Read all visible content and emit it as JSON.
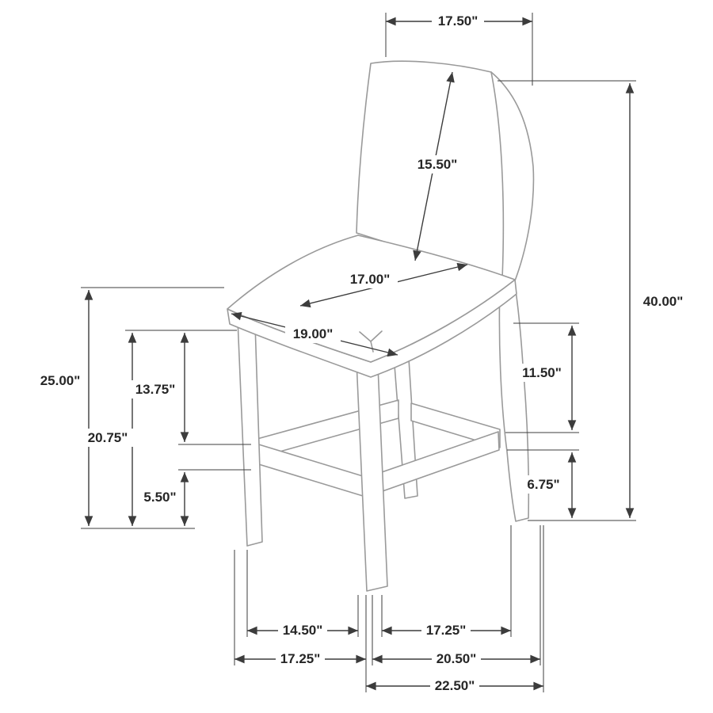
{
  "diagram": {
    "dimensions": {
      "top_back_width": "17.50\"",
      "backrest_height": "15.50\"",
      "overall_height": "40.00\"",
      "seat_depth": "17.00\"",
      "seat_width": "19.00\"",
      "seat_height": "25.00\"",
      "leg_height": "20.75\"",
      "seat_to_stretcher_left": "13.75\"",
      "stretcher_to_floor_left": "5.50\"",
      "seat_to_stretcher_right": "11.50\"",
      "stretcher_to_floor_right": "6.75\"",
      "front_leg_spacing": "14.50\"",
      "side_leg_spacing": "17.25\"",
      "base_front_width": "17.25\"",
      "base_side_depth": "20.50\"",
      "overall_depth": "22.50\""
    }
  }
}
